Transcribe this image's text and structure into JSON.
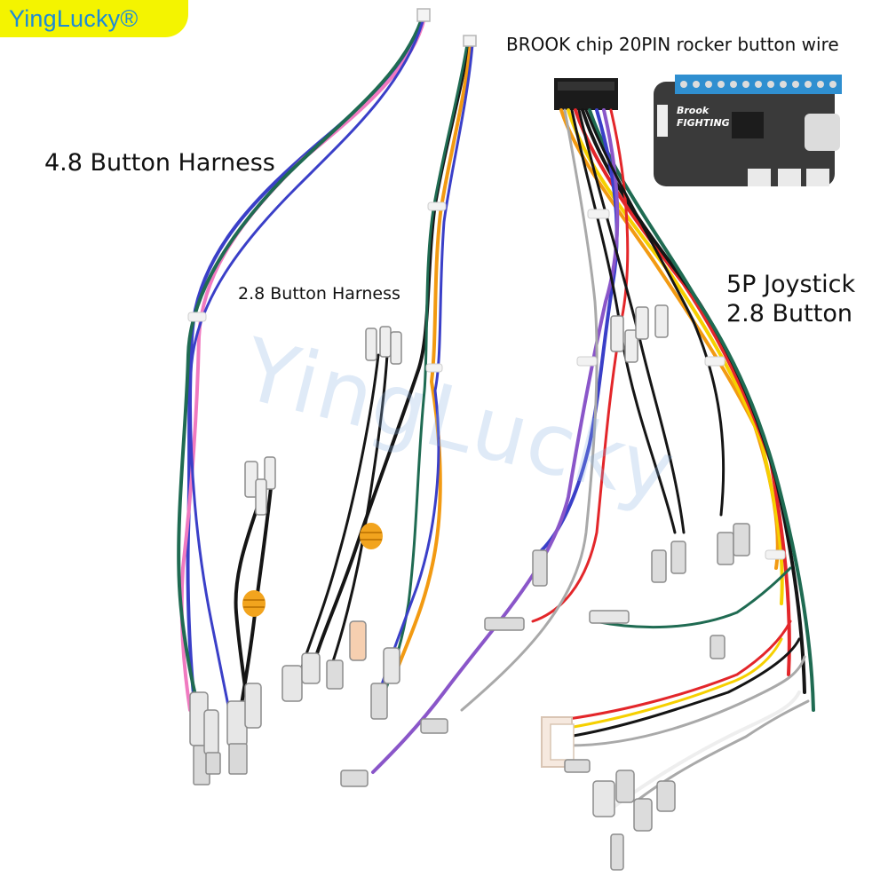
{
  "brand": {
    "name": "YingLucky®",
    "watermark": "YingLucky"
  },
  "labels": {
    "button_48": "4.8 Button Harness",
    "button_28": "2.8 Button Harness",
    "brook_title": "BROOK chip 20PIN rocker button wire",
    "joystick_line1": "5P Joystick",
    "joystick_line2": "2.8 Button"
  },
  "board": {
    "logo_line1": "Brook",
    "logo_line2": "FIGHTING"
  },
  "colors": {
    "badge_yellow": "#f4f400",
    "brand_blue": "#1d8ad6",
    "board_dark": "#3a3a3a",
    "terminal_block": "#2f8fd0",
    "wire_blue": "#3a3fc8",
    "wire_pink": "#f07ac0",
    "wire_green": "#1f6b52",
    "wire_black": "#151515",
    "wire_orange": "#f29a12",
    "wire_purple": "#8a56c9",
    "wire_red": "#e3262a",
    "wire_yellow": "#f6d000",
    "wire_gray": "#a9a9a9",
    "wire_white": "#eeeeee",
    "ferrite_orange": "#f2a41e"
  }
}
